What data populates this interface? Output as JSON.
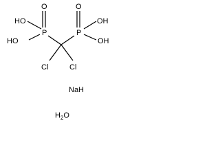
{
  "molecule": {
    "atoms": {
      "left_oh_top": "HO",
      "left_oh_mid": "HO",
      "left_p": "P",
      "left_o_top": "O",
      "right_o_top": "O",
      "right_p": "P",
      "right_oh_top": "OH",
      "right_oh_mid": "OH",
      "left_cl": "Cl",
      "right_cl": "Cl"
    },
    "counterion": "NaH",
    "water": {
      "h": "H",
      "sub": "2",
      "o": "O"
    }
  },
  "colors": {
    "bond": "#000000",
    "text": "#000000",
    "background": "#ffffff"
  }
}
